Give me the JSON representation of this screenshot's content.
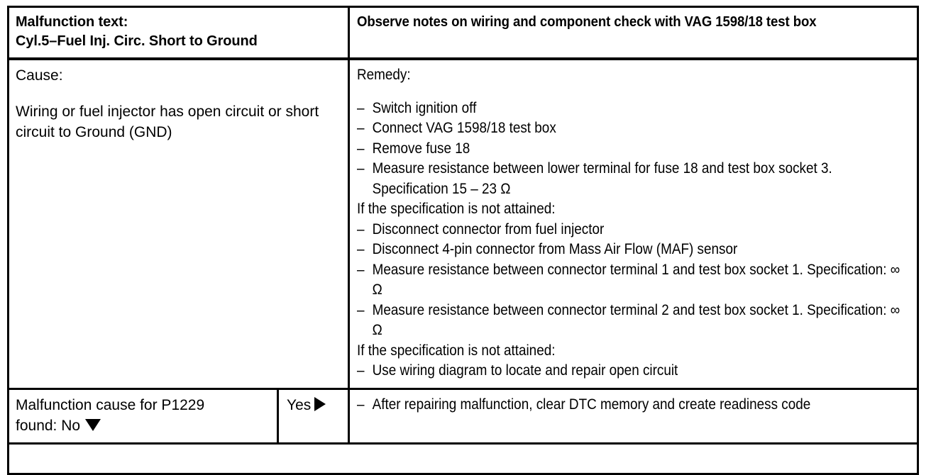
{
  "table": {
    "header": {
      "left_title": "Malfunction text:",
      "left_subtitle": "Cyl.5–Fuel Inj. Circ. Short to Ground",
      "right_title": "Observe notes on wiring and component check with VAG 1598/18 test box"
    },
    "body": {
      "cause_label": "Cause:",
      "cause_text": "Wiring or fuel injector has open circuit or short circuit to Ground (GND)",
      "remedy_label": "Remedy:",
      "steps": [
        {
          "type": "item",
          "text": "Switch ignition off"
        },
        {
          "type": "item",
          "text": "Connect VAG 1598/18 test box"
        },
        {
          "type": "item",
          "text": "Remove fuse 18"
        },
        {
          "type": "item",
          "text": "Measure resistance between lower terminal for fuse 18 and test box socket 3.  Specification 15 – 23 Ω"
        },
        {
          "type": "plain",
          "text": "If the specification is not attained:"
        },
        {
          "type": "item",
          "text": "Disconnect connector from fuel injector"
        },
        {
          "type": "item",
          "text": "Disconnect 4-pin connector from Mass Air Flow (MAF) sensor"
        },
        {
          "type": "item",
          "text": "Measure resistance between connector terminal 1 and test box socket 1.  Specification: ∞ Ω"
        },
        {
          "type": "item",
          "text": "Measure resistance between connector terminal 2 and test box socket 1.  Specification: ∞ Ω"
        },
        {
          "type": "plain",
          "text": "If the specification is not attained:"
        },
        {
          "type": "item",
          "text": "Use wiring diagram to locate and repair open circuit"
        }
      ]
    },
    "decision": {
      "question_line1": "Malfunction cause for P1229",
      "question_line2_prefix": "found: No",
      "no_marker": "down-triangle",
      "yes_label": "Yes",
      "yes_marker": "right-triangle",
      "action_text": "After repairing malfunction, clear DTC memory and create readiness code"
    },
    "footer": {
      "empty_row": ""
    },
    "bullet_dash": "–",
    "colors": {
      "ink": "#000000",
      "paper": "#ffffff"
    }
  }
}
